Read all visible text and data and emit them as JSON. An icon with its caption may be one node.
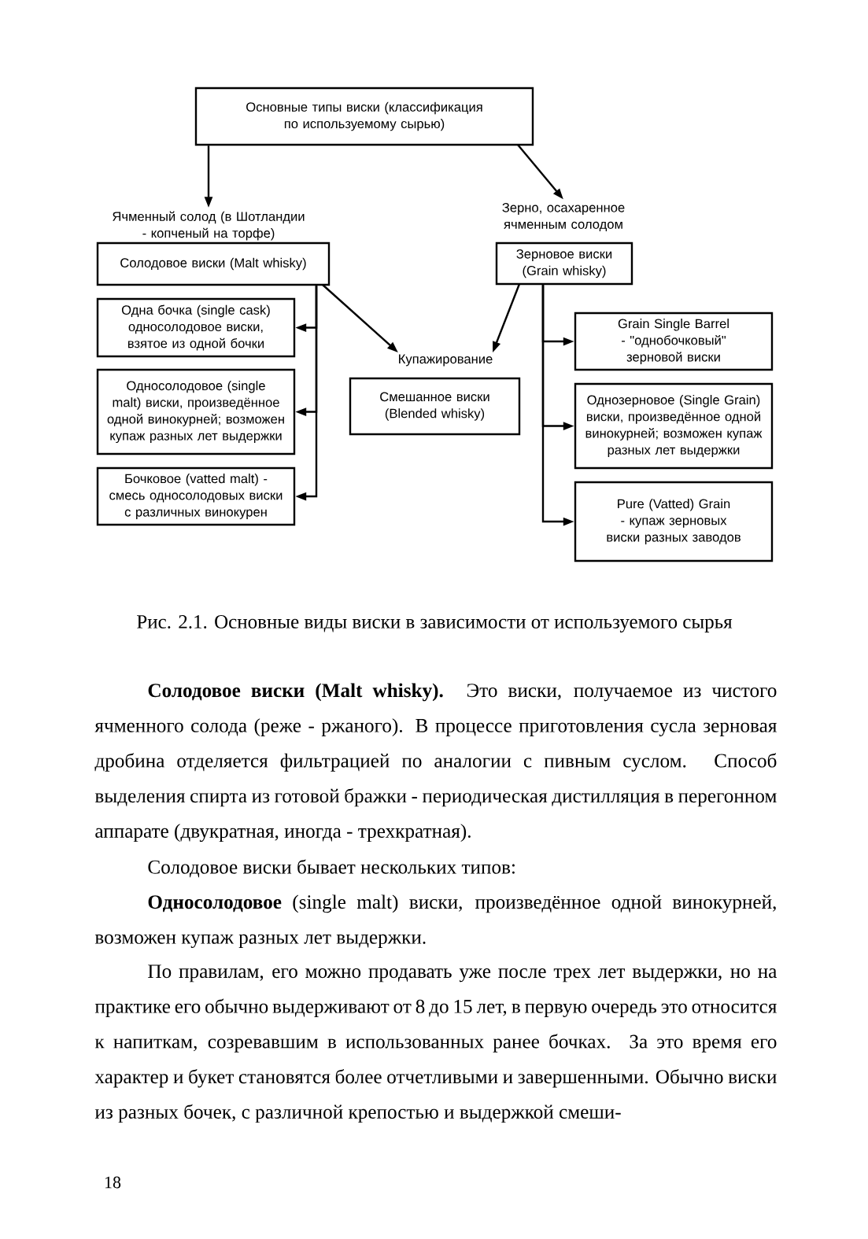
{
  "diagram": {
    "caption": "Рис. 2.1. Основные виды виски в зависимости от используемого сырья",
    "nodes": [
      {
        "text": [
          "Основные типы виски (классификация по используемому сырью)"
        ]
      },
      {
        "text": [
          "Солодовое виски (Malt whisky)"
        ],
        "beside": [
          "Ячменный солод (в Шотландии - копченый на торфе)"
        ]
      },
      {
        "text": [
          "Зерновое виски (Grain whisky)"
        ],
        "beside": [
          "Зерно, осахаренное ячменным солодом"
        ]
      },
      {
        "text": [
          "Одна бочка (single cask) односолодовое виски, взятое из одной бочки"
        ]
      },
      {
        "text": [
          "Односолодовое (single malt) виски, произведённое одной винокурней; возможен купаж разных лет выдержки"
        ]
      },
      {
        "text": [
          "Бочковое (vatted malt) - смесь односолодовых виски с различных винокурен"
        ]
      },
      {
        "text": [
          "Смешанное виски (Blended whisky)"
        ],
        "beside": [
          "Купажирование"
        ]
      },
      {
        "text": [
          "Grain Single Barrel - \"однобочковый\" зерновой виски"
        ]
      },
      {
        "text": [
          "Однозерновое (Single Grain) виски, произведённое одной винокурней; возможен купаж разных лет выдержки"
        ]
      },
      {
        "text": [
          "Pure (Vatted) Grain - купаж зерновых виски разных заводов"
        ]
      }
    ],
    "edges": [
      {
        "from": 0,
        "to": 1,
        "arrow": "to"
      },
      {
        "from": 0,
        "to": 2,
        "arrow": "to"
      },
      {
        "from": 1,
        "to": 3,
        "arrow": "to"
      },
      {
        "from": 1,
        "to": 4,
        "arrow": "to"
      },
      {
        "from": 1,
        "to": 5,
        "arrow": "to"
      },
      {
        "from": 1,
        "to": 6,
        "arrow": "to"
      },
      {
        "from": 2,
        "to": 6,
        "arrow": "to"
      },
      {
        "from": 2,
        "to": 7,
        "arrow": "to"
      },
      {
        "from": 2,
        "to": 8,
        "arrow": "to"
      },
      {
        "from": 2,
        "to": 9,
        "arrow": "to"
      }
    ],
    "labels": [
      "**Солодовое виски (Malt whisky).** Это виски, получаемое из чистого ячменного солода (реже - ржаного). В процессе приготовления сусла зерновая дробина отделяется фильтрацией по аналогии с пивным суслом. Способ выделения спирта из готовой бражки - периодическая дистилляция в перегонном аппарате (двукратная, иногда - трехкратная).",
      "Солодовое виски бывает нескольких типов:",
      "**Односолодовое** (single malt) виски, произведённое одной винокурней, возможен купаж разных лет выдержки.",
      "По правилам, его можно продавать уже после трех лет выдержки, но на практике его обычно выдерживают от 8 до 15 лет, в первую очередь это относится к напиткам, созревавшим в использованных ранее бочках. За это время его характер и букет становятся более отчетливыми и завершенными. Обычно виски из разных бочек, с различной крепостью и выдержкой смеши-",
      "18"
    ]
  }
}
